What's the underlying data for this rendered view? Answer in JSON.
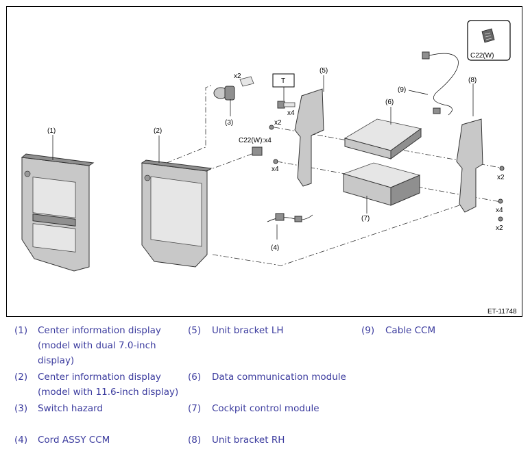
{
  "figure": {
    "code": "ET-11748",
    "callouts": {
      "c1": "(1)",
      "c2": "(2)",
      "c3": "(3)",
      "c4": "(4)",
      "c5": "(5)",
      "c6": "(6)",
      "c7": "(7)",
      "c8": "(8)",
      "c9": "(9)"
    },
    "qty": {
      "switch_x2": "x2",
      "torque_x4": "x4",
      "bracket_x2": "x2",
      "bracket_x4": "x4",
      "right_x2a": "x2",
      "right_x4": "x4",
      "right_x2b": "x2"
    },
    "torque_mark": "T",
    "connector_inline": "C22(W):x4",
    "connector_inset": "C22(W)"
  },
  "legend": [
    {
      "num": "(1)",
      "text": "Center information display\n(model with dual 7.0-inch\ndisplay)"
    },
    {
      "num": "(2)",
      "text": "Center information display\n(model with 11.6-inch display)"
    },
    {
      "num": "(3)",
      "text": "Switch hazard"
    },
    {
      "num": "(4)",
      "text": "Cord ASSY CCM"
    },
    {
      "num": "(5)",
      "text": "Unit bracket LH"
    },
    {
      "num": "(6)",
      "text": "Data communication module"
    },
    {
      "num": "(7)",
      "text": "Cockpit control module"
    },
    {
      "num": "(8)",
      "text": "Unit bracket RH"
    },
    {
      "num": "(9)",
      "text": "Cable CCM"
    }
  ]
}
